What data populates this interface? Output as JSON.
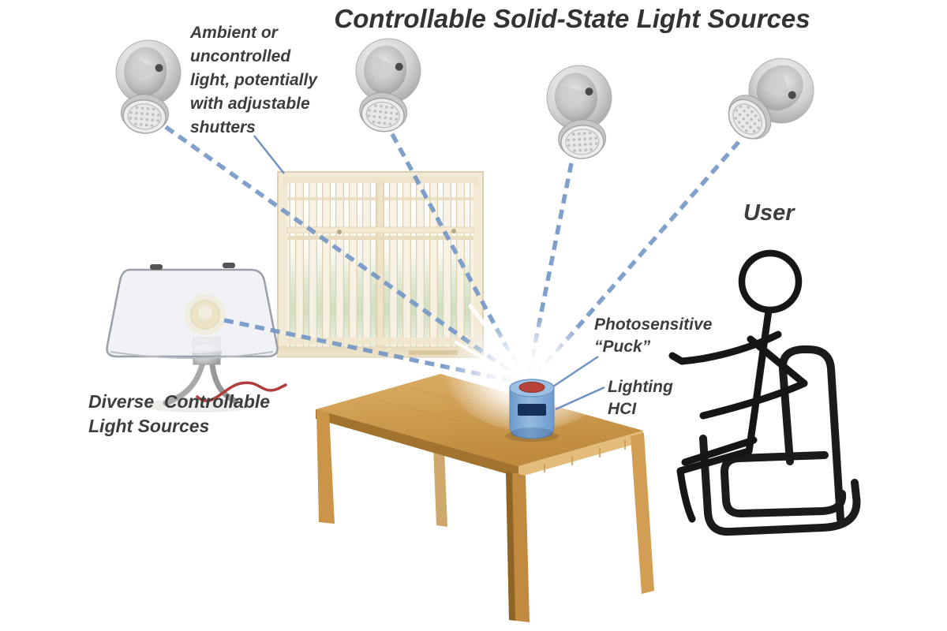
{
  "figure": {
    "title": "Controllable Solid-State Light Sources",
    "annotations": {
      "ambient_note": "Ambient or\nuncontrolled\nlight, potentially\nwith adjustable\nshutters",
      "diverse_sources": "Diverse  Controllable\nLight Sources",
      "photosensitive_puck": "Photosensitive\n“Puck”",
      "lighting_hci": "Lighting\nHCI",
      "user": "User"
    },
    "illustrations": [
      "ceiling-spotlight-1",
      "ceiling-spotlight-2",
      "ceiling-spotlight-3",
      "ceiling-spotlight-4",
      "window-with-adjustable-shutters",
      "table-lamp",
      "wooden-table",
      "photosensitive-puck",
      "seated-user-stick-figure",
      "chair",
      "dashed-light-beam-1",
      "dashed-light-beam-2",
      "dashed-light-beam-3",
      "dashed-light-beam-4",
      "dashed-light-beam-5"
    ],
    "colors": {
      "beam_dash": "#6f94c6",
      "leader_line": "#6e93c3",
      "label_text": "#3d3d3d",
      "puck_body": "#79a3d4",
      "puck_top_dot": "#b64238",
      "puck_display": "#142f5c",
      "table_wood": "#c9964d",
      "window_frame": "#f3ead6",
      "figure_stroke": "#1b1b1b"
    }
  }
}
